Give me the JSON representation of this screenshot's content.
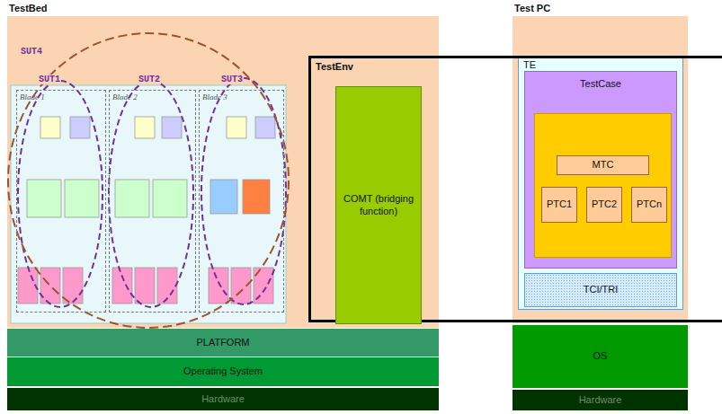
{
  "diagram": {
    "nodes": [
      {
        "text": [
          "TestBed"
        ]
      },
      {
        "text": [
          "Blade 1"
        ],
        "in": 0
      },
      {
        "text": [
          "Blade 2"
        ],
        "in": 0
      },
      {
        "text": [
          "Blade 3"
        ],
        "in": 0
      },
      {
        "text": [
          "TestEnv"
        ]
      },
      {
        "text": [
          "COMT (bridging function)"
        ],
        "in": 4
      },
      {
        "text": [
          "PLATFORM"
        ]
      },
      {
        "text": [
          "Operating System"
        ]
      },
      {
        "text": [
          "Hardware"
        ]
      },
      {
        "text": [
          "Test PC"
        ]
      },
      {
        "text": [
          "TE"
        ],
        "in": 9
      },
      {
        "text": [
          "TestCase"
        ],
        "in": 10
      },
      {
        "text": [
          "MTC"
        ],
        "in": 11
      },
      {
        "text": [
          "PTC1"
        ],
        "in": 11
      },
      {
        "text": [
          "PTC2"
        ],
        "in": 11
      },
      {
        "text": [
          "PTCn"
        ],
        "in": 11
      },
      {
        "text": [
          "TCI/TRI"
        ],
        "in": 10
      },
      {
        "text": [
          "OS"
        ]
      },
      {
        "text": [
          "Hardware"
        ]
      }
    ],
    "edges": [],
    "labels": [
      "SUT4",
      "SUT1",
      "SUT2",
      "SUT3"
    ]
  }
}
